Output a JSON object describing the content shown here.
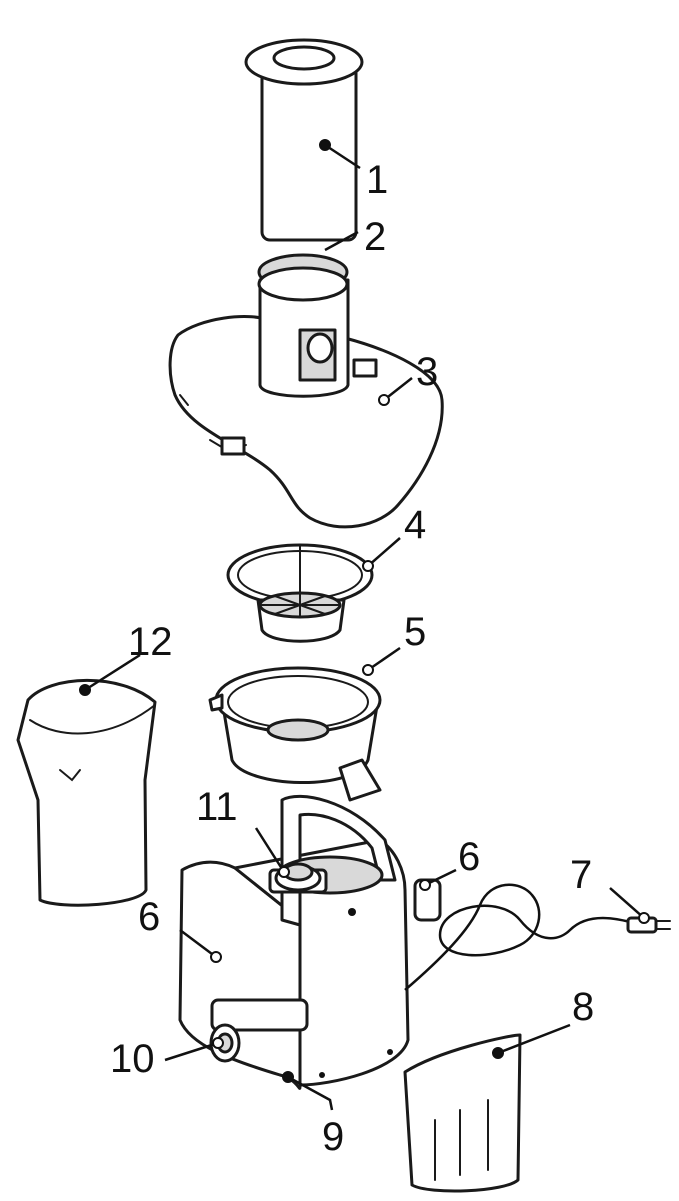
{
  "callouts": [
    {
      "id": "1",
      "label": "1"
    },
    {
      "id": "2",
      "label": "2"
    },
    {
      "id": "3",
      "label": "3"
    },
    {
      "id": "4",
      "label": "4"
    },
    {
      "id": "5",
      "label": "5"
    },
    {
      "id": "6a",
      "label": "6"
    },
    {
      "id": "6b",
      "label": "6"
    },
    {
      "id": "7",
      "label": "7"
    },
    {
      "id": "8",
      "label": "8"
    },
    {
      "id": "9",
      "label": "9"
    },
    {
      "id": "10",
      "label": "10"
    },
    {
      "id": "11",
      "label": "11"
    },
    {
      "id": "12",
      "label": "12"
    }
  ],
  "colors": {
    "line": "#1a1a1a",
    "fill": "#ffffff",
    "shade": "#d9d9d9"
  }
}
